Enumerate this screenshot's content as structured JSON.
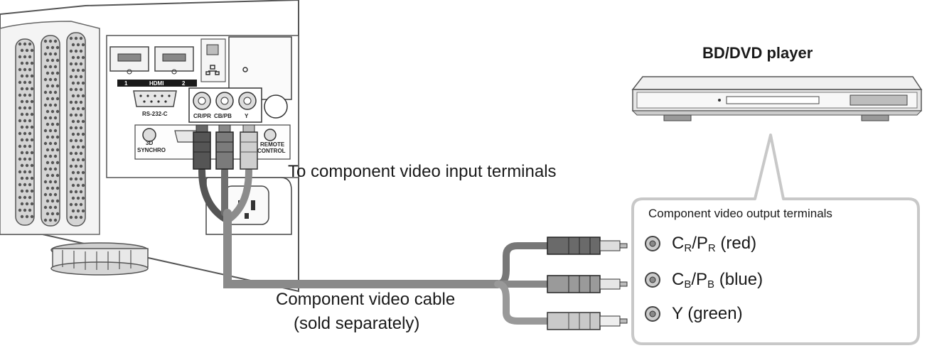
{
  "labels": {
    "player_title": "BD/DVD player",
    "input_terminals": "To component video input terminals",
    "cable_line1": "Component video cable",
    "cable_line2": "(sold separately)",
    "output_terminals_title": "Component video output  terminals"
  },
  "terminals": [
    {
      "name": "CR/PR (red)",
      "main": "C",
      "sub1": "R",
      "sep": "/P",
      "sub2": "R",
      "tail": " (red)"
    },
    {
      "name": "CB/PB (blue)",
      "main": "C",
      "sub1": "B",
      "sep": "/P",
      "sub2": "B",
      "tail": " (blue)"
    },
    {
      "name": "Y (green)",
      "main": "Y (green)",
      "sub1": "",
      "sep": "",
      "sub2": "",
      "tail": ""
    }
  ],
  "panel_labels": {
    "hdmi": "HDMI",
    "hdmi_1": "1",
    "hdmi_2": "2",
    "rs232c": "RS-232-C",
    "cr_pr": "CR/PR",
    "cb_pb": "CB/PB",
    "y": "Y",
    "sync_3d": "3D",
    "synchro": "SYNCHRO",
    "remote": "REMOTE",
    "control": "CONTROL"
  },
  "colors": {
    "cable": "#8a8a8a",
    "plug_dark": "#555555",
    "plug_light": "#d9d9d9",
    "outline": "#444444",
    "box_border": "#bbbbbb"
  },
  "icons": [
    "lan-port-icon",
    "network-symbol-icon",
    "rca-jack-icon",
    "rca-plug-icon",
    "power-inlet-icon"
  ]
}
